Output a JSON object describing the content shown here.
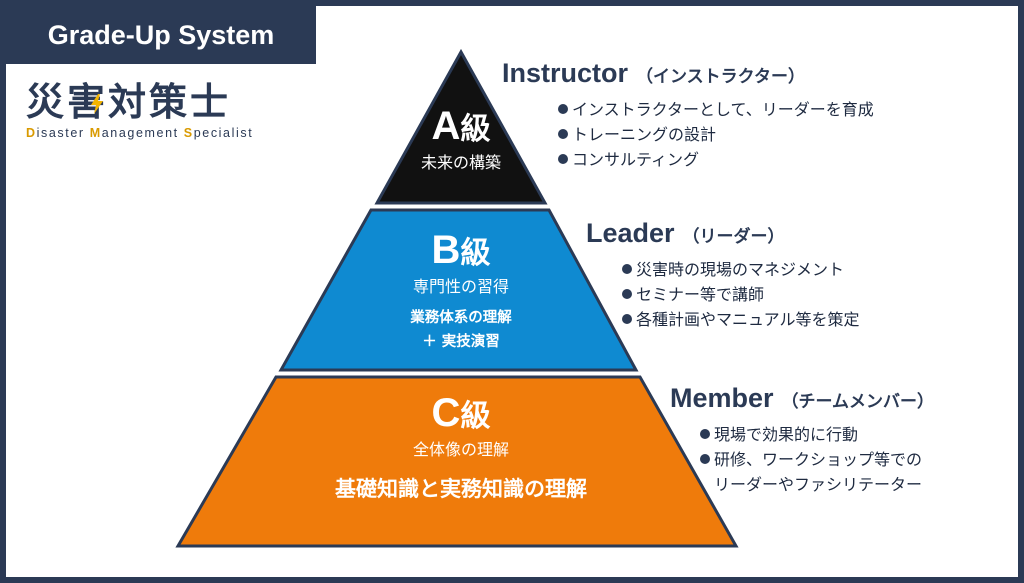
{
  "header": {
    "title": "Grade-Up System"
  },
  "logo": {
    "jp": "災害対策士",
    "en_parts": [
      {
        "text": "D",
        "hl": true
      },
      {
        "text": "isaster ",
        "hl": false
      },
      {
        "text": "M",
        "hl": true
      },
      {
        "text": "anagement ",
        "hl": false
      },
      {
        "text": "S",
        "hl": true
      },
      {
        "text": "pecialist",
        "hl": false
      }
    ]
  },
  "colors": {
    "navy": "#2b3a55",
    "tier_a": "#111111",
    "tier_b": "#0f8ad1",
    "tier_c": "#ef7b0b",
    "accent": "#d99a00"
  },
  "pyramid": {
    "a": {
      "grade": "A",
      "kyu": "級",
      "sub": "未来の構築"
    },
    "b": {
      "grade": "B",
      "kyu": "級",
      "sub": "専門性の習得",
      "detail1": "業務体系の理解",
      "detail2": "＋ 実技演習"
    },
    "c": {
      "grade": "C",
      "kyu": "級",
      "sub": "全体像の理解",
      "detail": "基礎知識と実務知識の理解"
    }
  },
  "roles": {
    "instructor": {
      "en": "Instructor",
      "jp": "（インストラクター）",
      "items": [
        "インストラクターとして、リーダーを育成",
        "トレーニングの設計",
        "コンサルティング"
      ]
    },
    "leader": {
      "en": "Leader",
      "jp": "（リーダー）",
      "items": [
        "災害時の現場のマネジメント",
        "セミナー等で講師",
        "各種計画やマニュアル等を策定"
      ]
    },
    "member": {
      "en": "Member",
      "jp": "（チームメンバー）",
      "items": [
        "現場で効果的に行動",
        "研修、ワークショップ等での"
      ],
      "item_continuation": "リーダーやファシリテーター"
    }
  }
}
